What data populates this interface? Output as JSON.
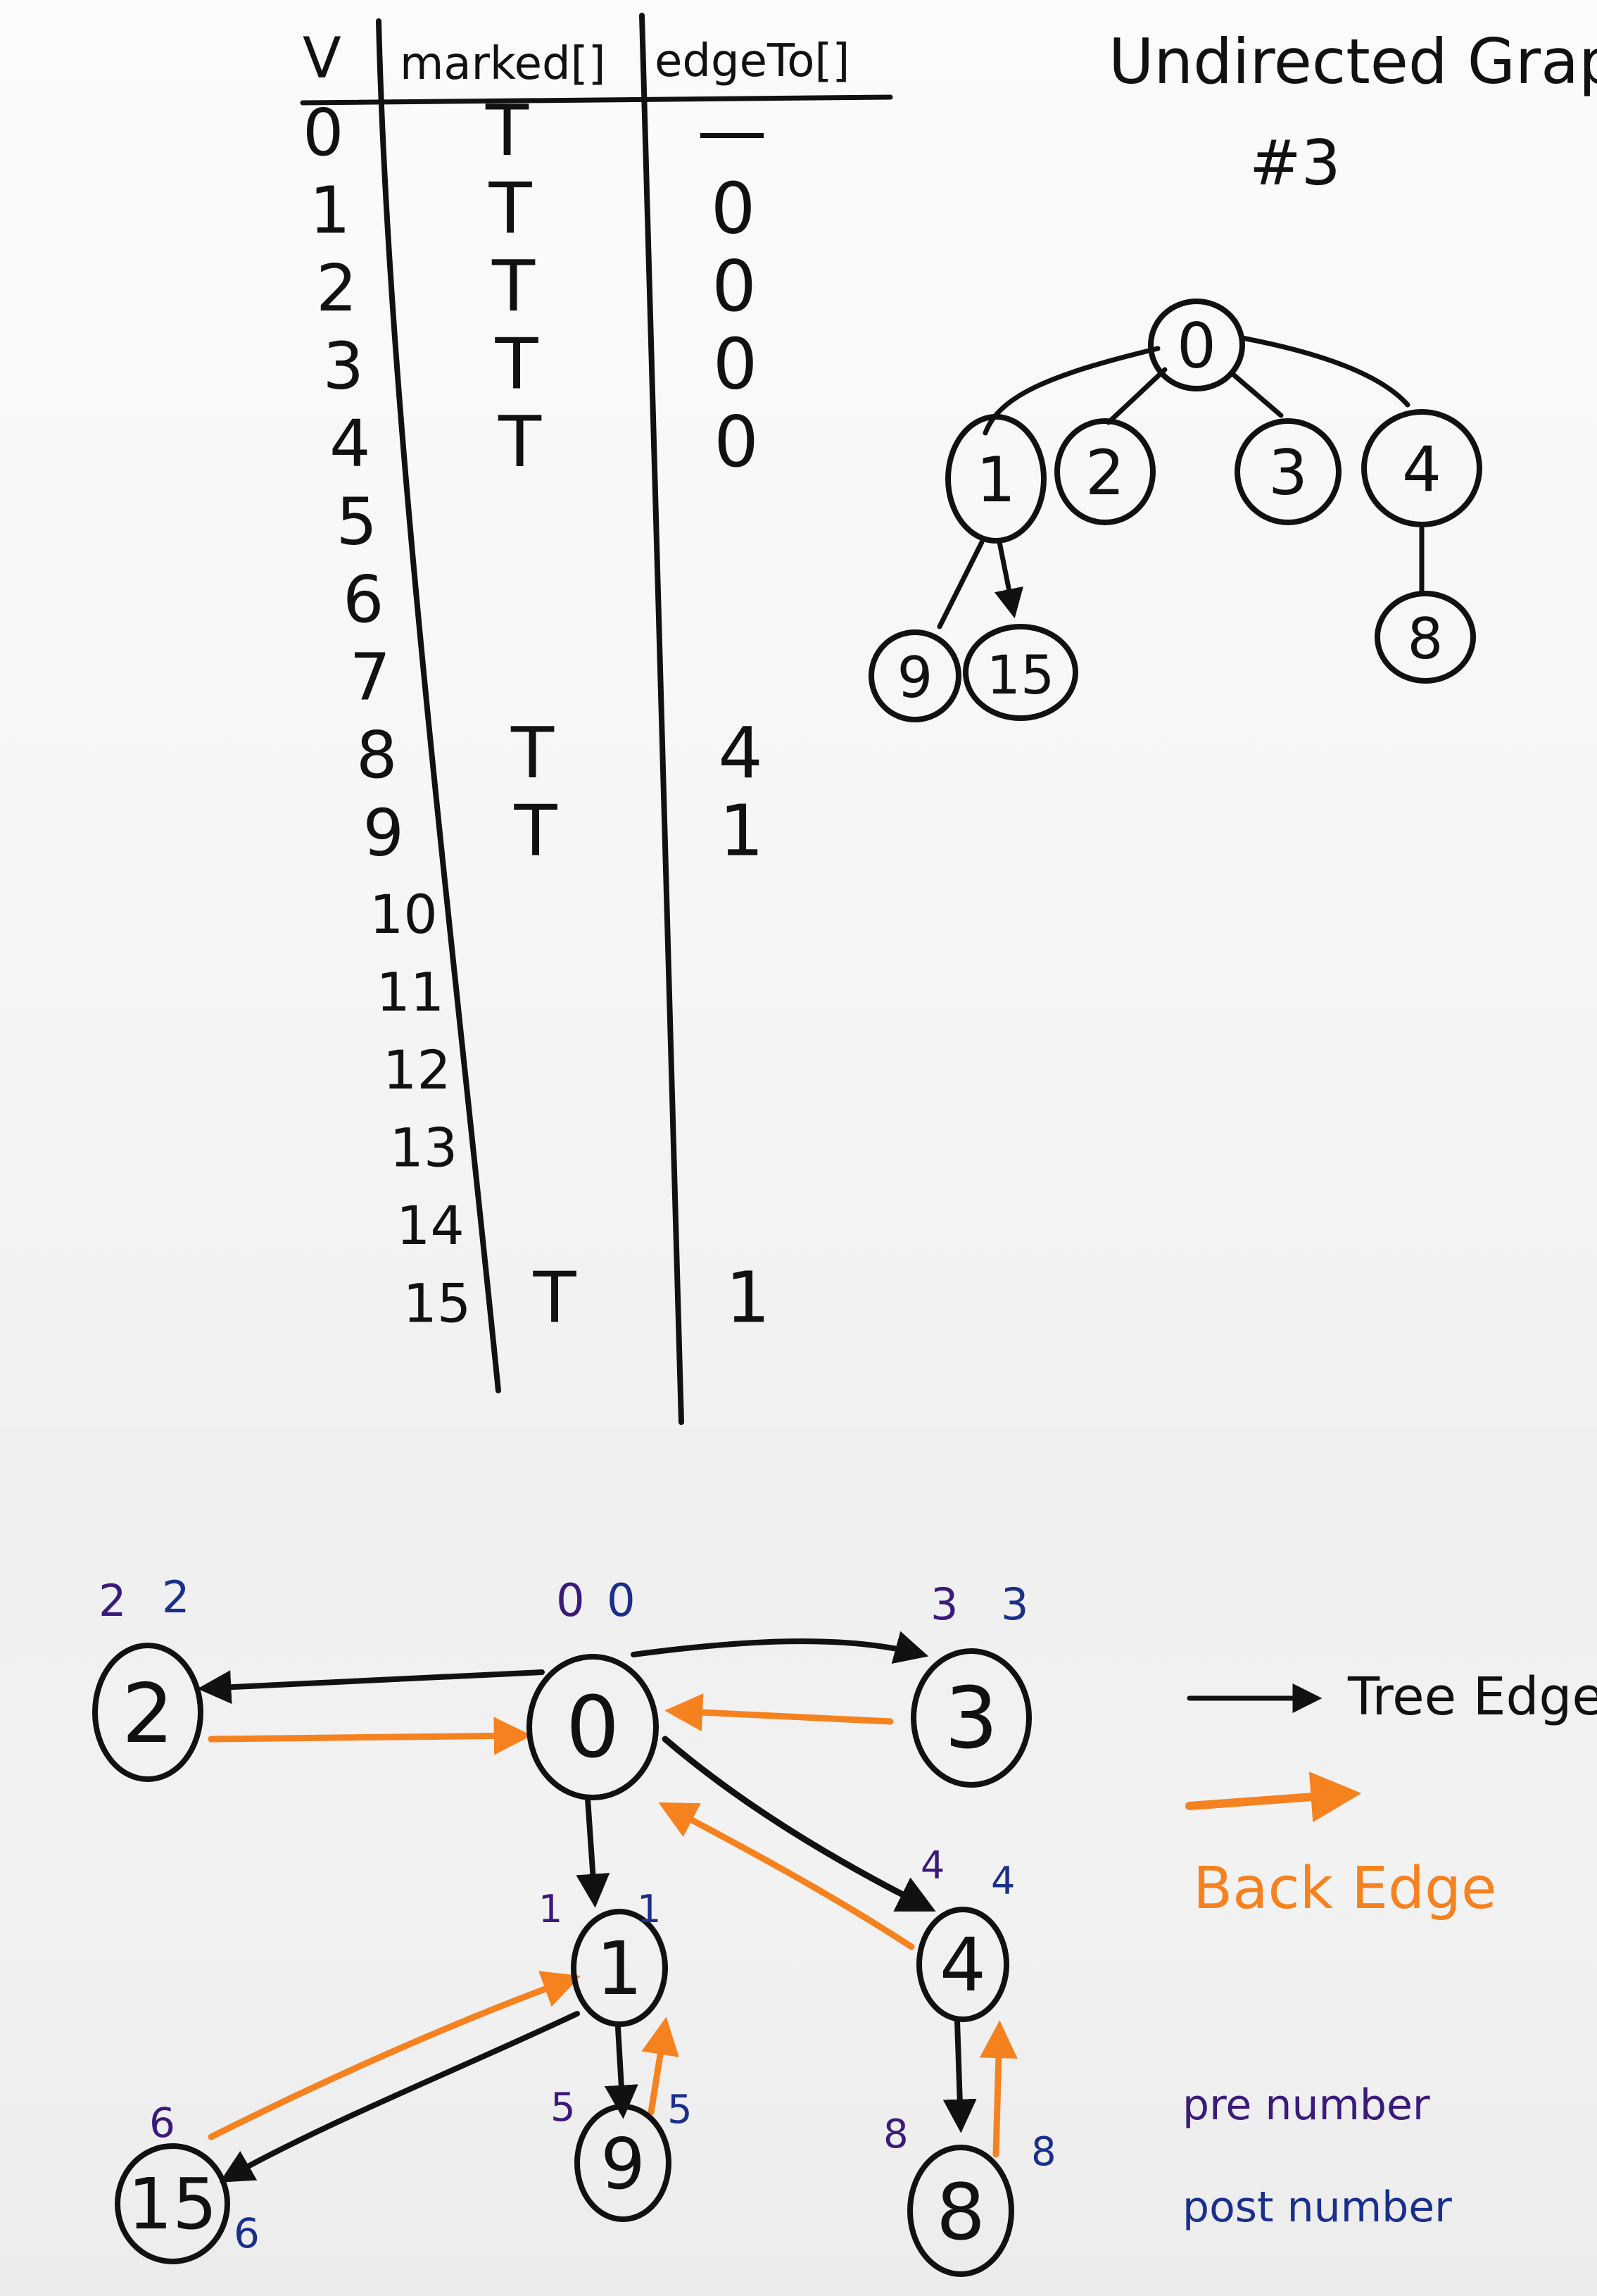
{
  "table": {
    "headers": {
      "v": "V",
      "marked": "marked[]",
      "edgeTo": "edgeTo[]"
    },
    "rows": [
      {
        "v": "0",
        "marked": "T",
        "edgeTo": "—"
      },
      {
        "v": "1",
        "marked": "T",
        "edgeTo": "0"
      },
      {
        "v": "2",
        "marked": "T",
        "edgeTo": "0"
      },
      {
        "v": "3",
        "marked": "T",
        "edgeTo": "0"
      },
      {
        "v": "4",
        "marked": "T",
        "edgeTo": "0"
      },
      {
        "v": "5",
        "marked": "",
        "edgeTo": ""
      },
      {
        "v": "6",
        "marked": "",
        "edgeTo": ""
      },
      {
        "v": "7",
        "marked": "",
        "edgeTo": ""
      },
      {
        "v": "8",
        "marked": "T",
        "edgeTo": "4"
      },
      {
        "v": "9",
        "marked": "T",
        "edgeTo": "1"
      },
      {
        "v": "10",
        "marked": "",
        "edgeTo": ""
      },
      {
        "v": "11",
        "marked": "",
        "edgeTo": ""
      },
      {
        "v": "12",
        "marked": "",
        "edgeTo": ""
      },
      {
        "v": "13",
        "marked": "",
        "edgeTo": ""
      },
      {
        "v": "14",
        "marked": "",
        "edgeTo": ""
      },
      {
        "v": "15",
        "marked": "T",
        "edgeTo": "1"
      }
    ]
  },
  "title": {
    "line1": "Undirected Graphs",
    "line2": "#3"
  },
  "tree": {
    "nodes": [
      {
        "id": "0",
        "label": "0"
      },
      {
        "id": "1",
        "label": "1"
      },
      {
        "id": "2",
        "label": "2"
      },
      {
        "id": "3",
        "label": "3"
      },
      {
        "id": "4",
        "label": "4"
      },
      {
        "id": "9",
        "label": "9"
      },
      {
        "id": "15",
        "label": "15"
      },
      {
        "id": "8",
        "label": "8"
      }
    ]
  },
  "dfs": {
    "nodes": [
      {
        "id": "0",
        "label": "0",
        "pre": "0",
        "post": "0"
      },
      {
        "id": "2",
        "label": "2",
        "pre": "2",
        "post": "2"
      },
      {
        "id": "3",
        "label": "3",
        "pre": "3",
        "post": "3"
      },
      {
        "id": "1",
        "label": "1",
        "pre": "1",
        "post": "1"
      },
      {
        "id": "4",
        "label": "4",
        "pre": "4",
        "post": "4"
      },
      {
        "id": "15",
        "label": "15",
        "pre": "6",
        "post": "6"
      },
      {
        "id": "9",
        "label": "9",
        "pre": "5",
        "post": "5"
      },
      {
        "id": "8",
        "label": "8",
        "pre": "8",
        "post": "8"
      }
    ]
  },
  "legend": {
    "tree_edge": "Tree Edge",
    "back_edge": "Back Edge",
    "pre_number": "pre number",
    "post_number": "post number"
  },
  "colors": {
    "ink": "#111111",
    "orange": "#f5821f",
    "pre_purple": "#3a1a7a",
    "post_blue": "#1a2f8c",
    "board_top": "#f8f8f8",
    "board_bottom": "#efefef"
  }
}
